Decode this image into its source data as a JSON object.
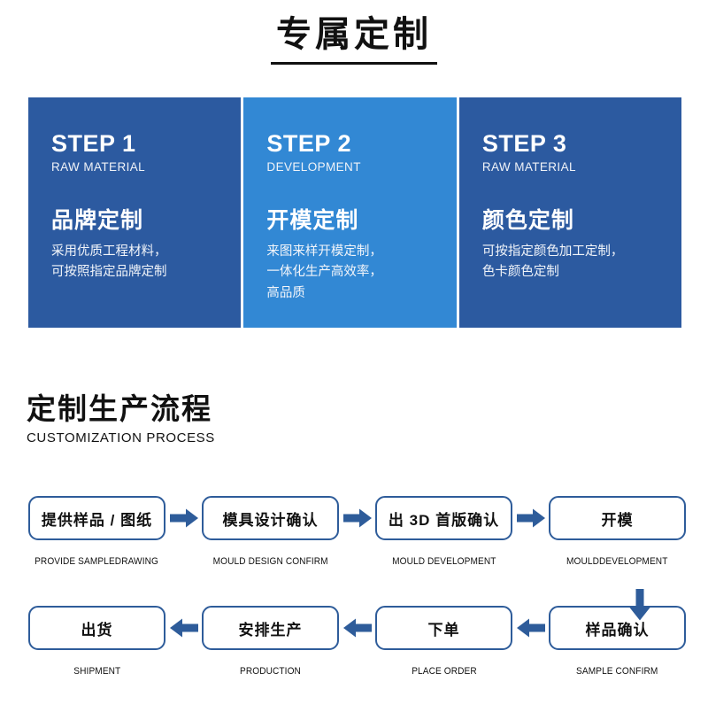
{
  "header": {
    "title": "专属定制"
  },
  "colors": {
    "panel_dark": "#2C5AA0",
    "panel_light": "#3288D4",
    "arrow": "#2E5C9A",
    "box_border": "#2E5C9A"
  },
  "steps": [
    {
      "num": "STEP 1",
      "sub": "RAW MATERIAL",
      "title": "品牌定制",
      "desc": "采用优质工程材料，\n可按照指定品牌定制",
      "tone": "dark"
    },
    {
      "num": "STEP 2",
      "sub": "DEVELOPMENT",
      "title": "开模定制",
      "desc": "来图来样开模定制，\n一体化生产高效率，\n高品质",
      "tone": "light"
    },
    {
      "num": "STEP 3",
      "sub": "RAW MATERIAL",
      "title": "颜色定制",
      "desc": "可按指定颜色加工定制，\n色卡颜色定制",
      "tone": "dark"
    }
  ],
  "process": {
    "heading_cn": "定制生产流程",
    "heading_en": "CUSTOMIZATION PROCESS",
    "row1": [
      {
        "label": "提供样品 / 图纸",
        "caption": "PROVIDE SAMPLEDRAWING"
      },
      {
        "label": "模具设计确认",
        "caption": "MOULD DESIGN CONFIRM"
      },
      {
        "label": "出 3D 首版确认",
        "caption": "MOULD DEVELOPMENT"
      },
      {
        "label": "开模",
        "caption": "MOULDDEVELOPMENT"
      }
    ],
    "row2": [
      {
        "label": "出货",
        "caption": "SHIPMENT"
      },
      {
        "label": "安排生产",
        "caption": "PRODUCTION"
      },
      {
        "label": "下单",
        "caption": "PLACE ORDER"
      },
      {
        "label": "样品确认",
        "caption": "SAMPLE CONFIRM"
      }
    ]
  }
}
